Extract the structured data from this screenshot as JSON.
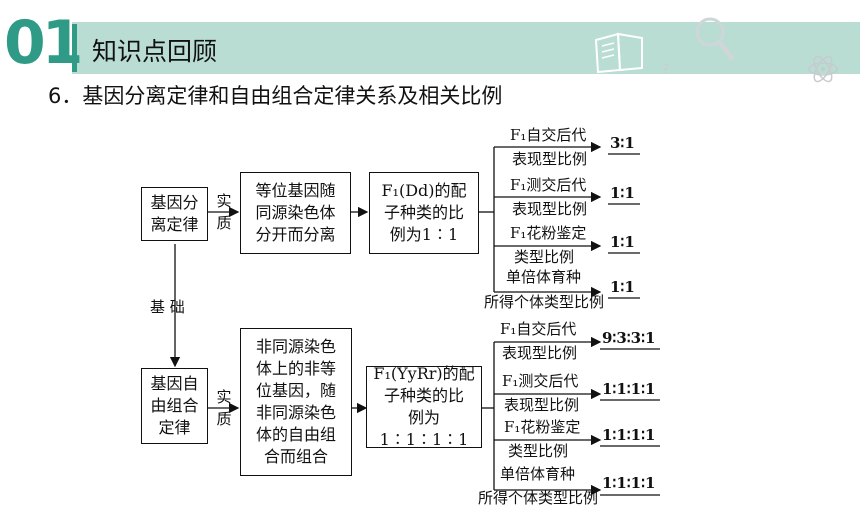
{
  "header": {
    "number": "01",
    "title": "知识点回顾",
    "colors": {
      "band": "#b9ddd2",
      "accent": "#2f9a86"
    }
  },
  "subtitle": "6．基因分离定律和自由组合定律关系及相关比例",
  "icons": [
    "book-icon",
    "magnifier-icon",
    "question-mark-icon",
    "atom-icon"
  ],
  "top": {
    "law": "基因分\n离定律",
    "essence": "实\n质",
    "mechanism": "等位基因随\n同源染色体\n分开而分离",
    "gametes": "F₁(Dd)的配\n子种类的比\n例为1∶1",
    "branches": [
      {
        "line1": "F₁自交后代",
        "line2": "表现型比例",
        "ratio": "3∶1"
      },
      {
        "line1": "F₁测交后代",
        "line2": "表现型比例",
        "ratio": "1∶1"
      },
      {
        "line1": "F₁花粉鉴定",
        "line2": "类型比例",
        "ratio": "1∶1"
      },
      {
        "line1": "单倍体育种",
        "line2": "所得个体类型比例",
        "ratio": "1∶1"
      }
    ]
  },
  "basis": "基 础",
  "bottom": {
    "law": "基因自\n由组合\n定律",
    "essence": "实\n质",
    "mechanism": "非同源染色\n体上的非等\n位基因，随\n非同源染色\n体的自由组\n合而组合",
    "gametes": "F₁(YyRr)的配\n子种类的比\n例为1∶1∶1∶1",
    "branches": [
      {
        "line1": "F₁自交后代",
        "line2": "表现型比例",
        "ratio": "9∶3∶3∶1"
      },
      {
        "line1": "F₁测交后代",
        "line2": "表现型比例",
        "ratio": "1∶1∶1∶1"
      },
      {
        "line1": "F₁花粉鉴定",
        "line2": "类型比例",
        "ratio": "1∶1∶1∶1"
      },
      {
        "line1": "单倍体育种",
        "line2": "所得个体类型比例",
        "ratio": "1∶1∶1∶1"
      }
    ]
  }
}
